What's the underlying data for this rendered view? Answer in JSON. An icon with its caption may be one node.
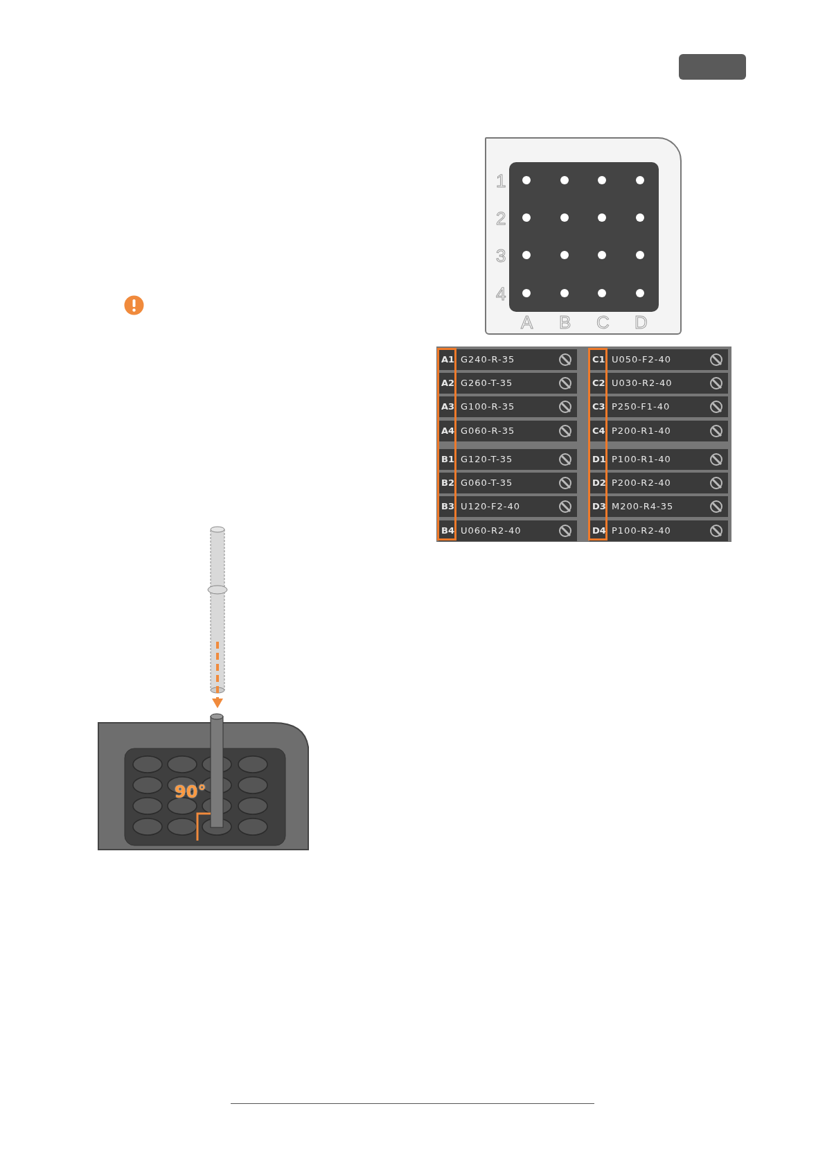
{
  "diagram": {
    "labels": [
      "1",
      "2",
      "3",
      "4",
      "A",
      "B",
      "C",
      "D",
      "A1",
      "G240-R-35",
      "C1",
      "U050-F2-40",
      "A2",
      "G260-T-35",
      "C2",
      "U030-R2-40",
      "A3",
      "G100-R-35",
      "C3",
      "P250-F1-40",
      "A4",
      "G060-R-35",
      "C4",
      "P200-R1-40",
      "B1",
      "G120-T-35",
      "D1",
      "P100-R1-40",
      "B2",
      "G060-T-35",
      "D2",
      "P200-R2-40",
      "B3",
      "U120-F2-40",
      "D3",
      "M200-R4-35",
      "B4",
      "U060-R2-40",
      "D4",
      "P100-R2-40",
      "90°"
    ]
  }
}
